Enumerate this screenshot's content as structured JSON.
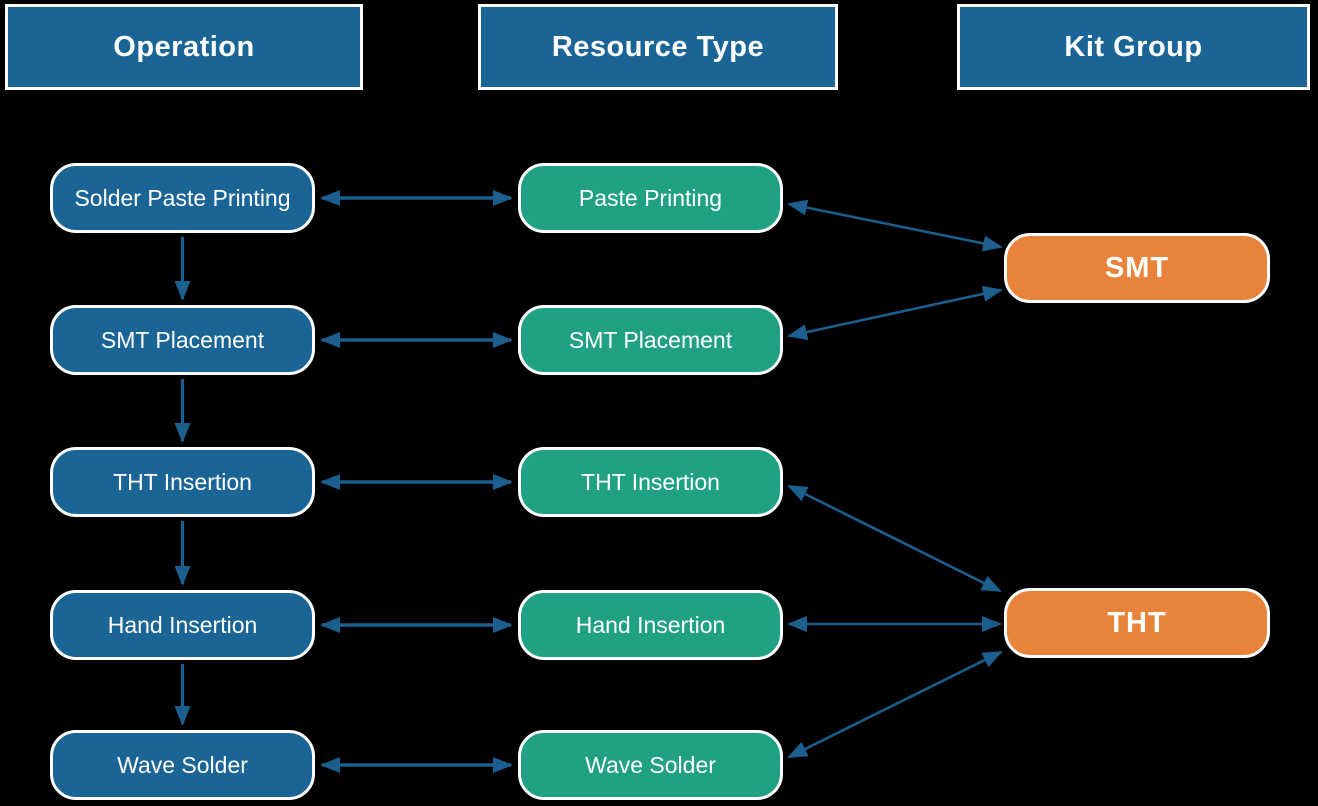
{
  "diagram": {
    "columns": [
      {
        "label": "Operation"
      },
      {
        "label": "Resource Type"
      },
      {
        "label": "Kit Group"
      }
    ],
    "operations": [
      "Solder Paste Printing",
      "SMT Placement",
      "THT Insertion",
      "Hand Insertion",
      "Wave Solder"
    ],
    "resource_types": [
      "Paste Printing",
      "SMT Placement",
      "THT Insertion",
      "Hand Insertion",
      "Wave Solder"
    ],
    "kit_groups": [
      "SMT",
      "THT"
    ],
    "edges": {
      "operation_flow": [
        {
          "from": "Solder Paste Printing",
          "to": "SMT Placement",
          "arrow": "single-down"
        },
        {
          "from": "SMT Placement",
          "to": "THT Insertion",
          "arrow": "single-down"
        },
        {
          "from": "THT Insertion",
          "to": "Hand Insertion",
          "arrow": "single-down"
        },
        {
          "from": "Hand Insertion",
          "to": "Wave Solder",
          "arrow": "single-down"
        }
      ],
      "operation_resource": [
        {
          "operation": "Solder Paste Printing",
          "resource_type": "Paste Printing",
          "arrow": "double"
        },
        {
          "operation": "SMT Placement",
          "resource_type": "SMT Placement",
          "arrow": "double"
        },
        {
          "operation": "THT Insertion",
          "resource_type": "THT Insertion",
          "arrow": "double"
        },
        {
          "operation": "Hand Insertion",
          "resource_type": "Hand Insertion",
          "arrow": "double"
        },
        {
          "operation": "Wave Solder",
          "resource_type": "Wave Solder",
          "arrow": "double"
        }
      ],
      "resource_kit": [
        {
          "resource_type": "Paste Printing",
          "kit_group": "SMT",
          "arrow": "double"
        },
        {
          "resource_type": "SMT Placement",
          "kit_group": "SMT",
          "arrow": "double"
        },
        {
          "resource_type": "THT Insertion",
          "kit_group": "THT",
          "arrow": "double"
        },
        {
          "resource_type": "Hand Insertion",
          "kit_group": "THT",
          "arrow": "double"
        },
        {
          "resource_type": "Wave Solder",
          "kit_group": "THT",
          "arrow": "double"
        }
      ]
    },
    "colors": {
      "background": "#000000",
      "column_header_fill": "#1a6596",
      "operation_node_fill": "#1a6596",
      "resource_node_fill": "#21a184",
      "kit_node_fill": "#e8833c",
      "node_border": "#ffffff",
      "arrow": "#1c5f8f",
      "text": "#ffffff"
    }
  }
}
